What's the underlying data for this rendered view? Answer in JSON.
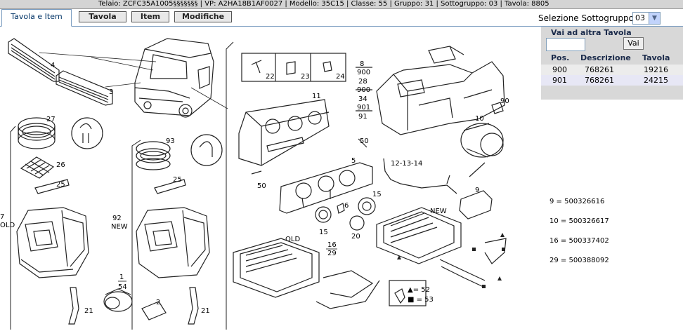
{
  "header": {
    "info_line": "Telaio: ZCFC35A1005§§§§§§§ | VP: A2HA18B1AF0027 | Modello: 35C15 | Classe: 55 | Gruppo: 31 | Sottogruppo: 03 | Tavola: 8805"
  },
  "tabs": {
    "active": "Tavola e Item",
    "buttons": [
      "Tavola",
      "Item",
      "Modifiche"
    ]
  },
  "subgroup_select": {
    "label": "Selezione Sottogruppo",
    "value": "03"
  },
  "other_table": {
    "title": "Vai ad altra Tavola",
    "go_label": "Vai",
    "input_value": "",
    "columns": [
      "Pos.",
      "Descrizione",
      "Tavola"
    ],
    "rows": [
      [
        "900",
        "768261",
        "19216"
      ],
      [
        "901",
        "768261",
        "24215"
      ]
    ]
  },
  "part_codes": [
    "9 = 500326616",
    "10 = 500326617",
    "16 = 500337402",
    "29 = 500388092"
  ],
  "diagram_labels": {
    "n4": "4",
    "n3": "3",
    "n27": "27",
    "n26": "26",
    "n25a": "25",
    "n25b": "25",
    "n93": "93",
    "n92": "92",
    "new92": "NEW",
    "n7": "7",
    "old7": "OLD",
    "n21a": "21",
    "n21b": "21",
    "n1": "1",
    "n54": "54",
    "n2": "2",
    "n22": "22",
    "n23": "23",
    "n24": "24",
    "f8": "8",
    "f900a": "900",
    "f28": "28",
    "f900b": "900",
    "f34": "34",
    "f901": "901",
    "f91": "91",
    "n11": "11",
    "n50a": "50",
    "n50b": "50",
    "n5": "5",
    "n6": "6",
    "n15a": "15",
    "n15b": "15",
    "n20": "20",
    "n90": "90",
    "n10": "10",
    "n1214": "12-13-14",
    "n9": "9",
    "new9": "NEW",
    "old16": "OLD",
    "n16": "16",
    "n29": "29",
    "leg52": "▲= 52",
    "leg53": "■ = 53"
  },
  "colors": {
    "topbar_bg": "#d4d4d4",
    "tab_border": "#7a9cc0",
    "panel_bg": "#d8d8d8",
    "row_alt": "#e7e7f5"
  }
}
